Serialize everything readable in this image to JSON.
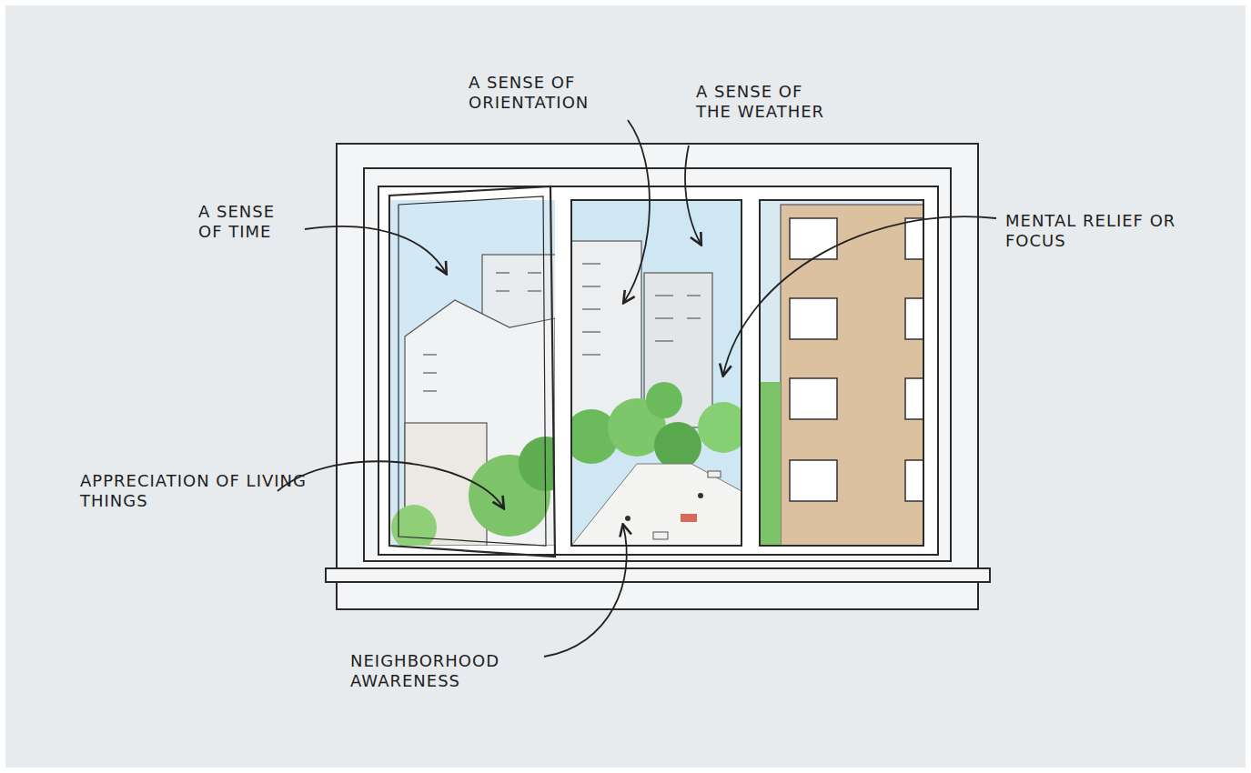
{
  "diagram": {
    "labels": [
      "A SENSE OF TIME",
      "A SENSE OF ORIENTATION",
      "A SENSE OF THE WEATHER",
      "MENTAL RELIEF OR FOCUS",
      "APPRECIATION OF LIVING THINGS",
      "NEIGHBORHOOD AWARENESS"
    ]
  }
}
